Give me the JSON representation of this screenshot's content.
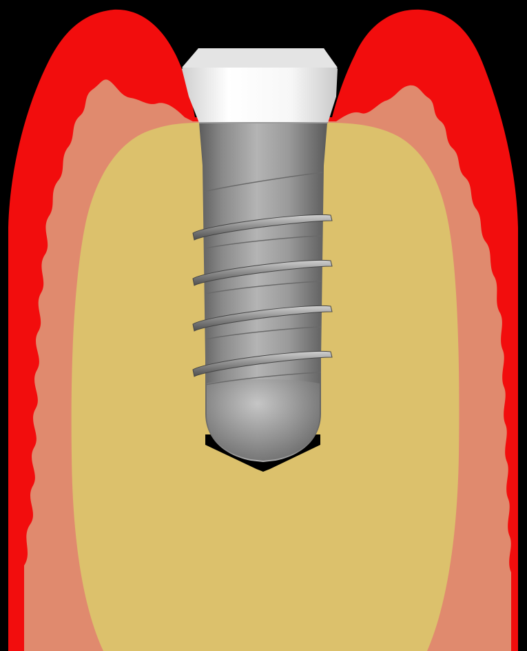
{
  "colors": {
    "background": "#000000",
    "gingiva": "#f20d0d",
    "cortical_bone": "#e08a6e",
    "cancellous_bone": "#dcc16c",
    "implant_body_light": "#cfcfcf",
    "implant_body_dark": "#6e6e6e",
    "abutment_collar": "#f4f4f4"
  },
  "layers": [
    {
      "name": "gingiva-layer",
      "color_key": "gingiva"
    },
    {
      "name": "cortical-bone-layer",
      "color_key": "cortical_bone"
    },
    {
      "name": "cancellous-bone-layer",
      "color_key": "cancellous_bone"
    },
    {
      "name": "dental-implant",
      "color_key": "implant_body_light"
    }
  ],
  "implant": {
    "thread_count": 4
  }
}
